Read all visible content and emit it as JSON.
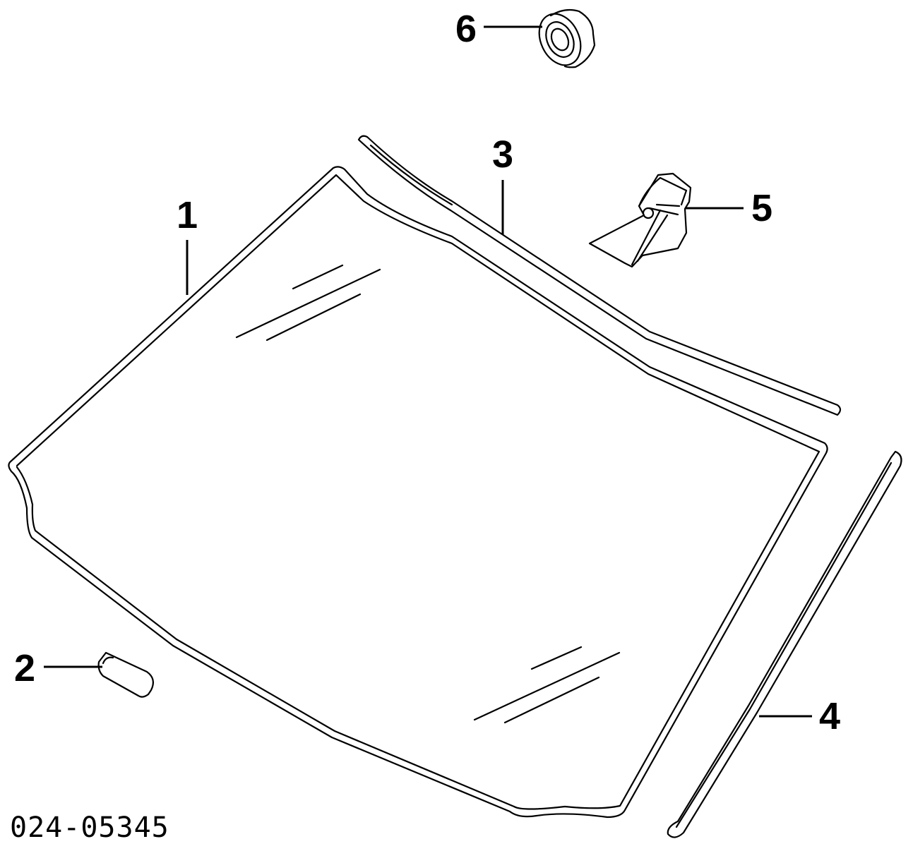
{
  "diagram": {
    "title_code": "024-05345",
    "callouts": [
      {
        "number": "1",
        "part": "windshield-glass"
      },
      {
        "number": "2",
        "part": "spacer-pad"
      },
      {
        "number": "3",
        "part": "upper-molding"
      },
      {
        "number": "4",
        "part": "side-molding"
      },
      {
        "number": "5",
        "part": "mirror-bracket"
      },
      {
        "number": "6",
        "part": "rain-sensor"
      }
    ]
  }
}
